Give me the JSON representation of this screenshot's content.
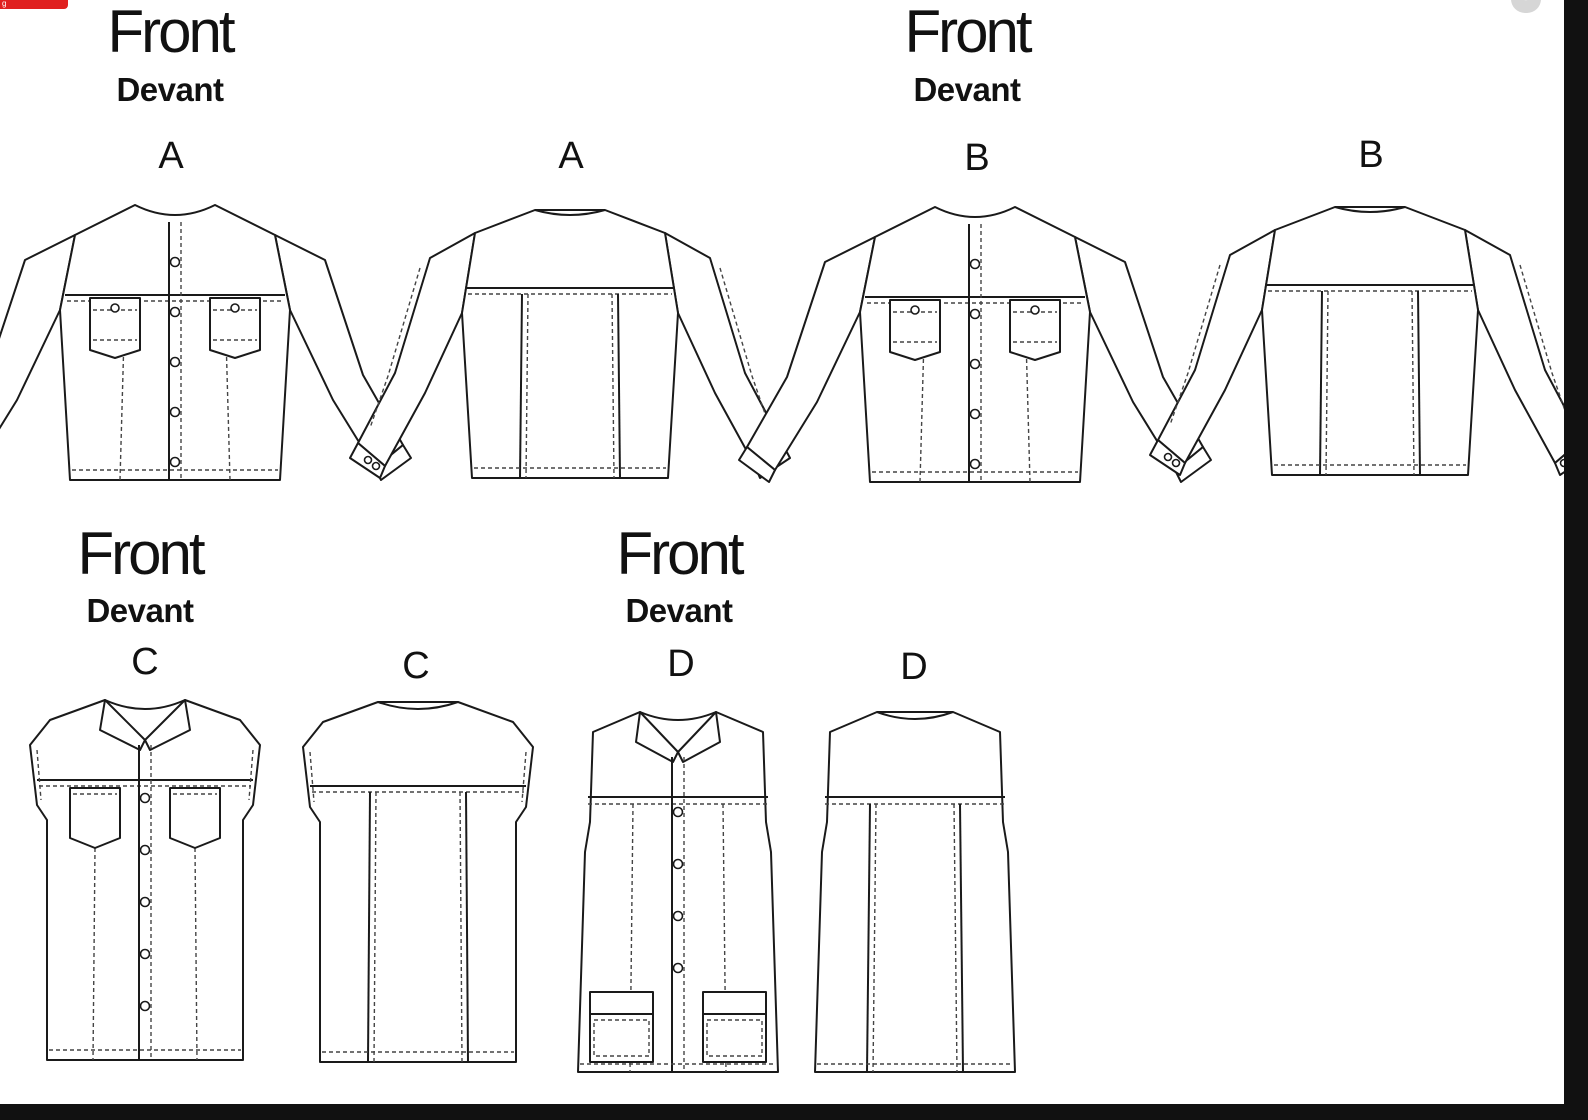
{
  "corner_tab_text": "g",
  "labels": {
    "front": "Front",
    "devant": "Devant"
  },
  "views": {
    "a_front": "A",
    "a_back": "A",
    "b_front": "B",
    "b_back": "B",
    "c_front": "C",
    "c_back": "C",
    "d_front": "D",
    "d_back": "D"
  },
  "icons": {
    "corner": "zoom-icon"
  },
  "colors": {
    "line": "#1a1a1a",
    "tab": "#e0201f",
    "frame": "#111111"
  }
}
